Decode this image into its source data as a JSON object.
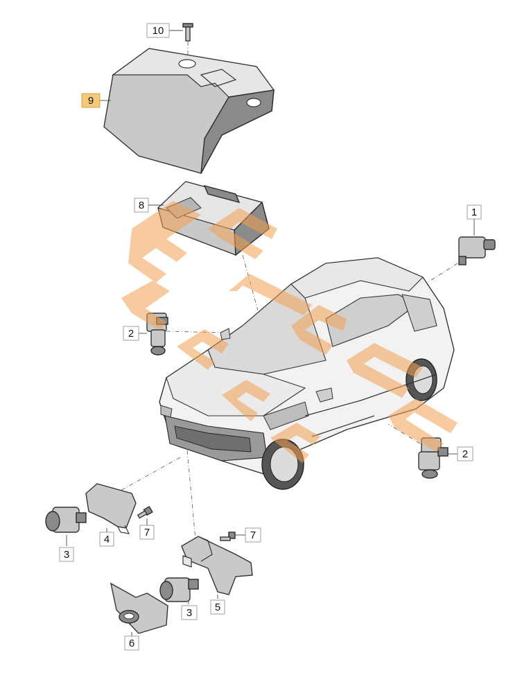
{
  "callouts": [
    {
      "id": "10",
      "label": "10"
    },
    {
      "id": "9",
      "label": "9",
      "highlighted": true
    },
    {
      "id": "8",
      "label": "8"
    },
    {
      "id": "1",
      "label": "1"
    },
    {
      "id": "2a",
      "label": "2"
    },
    {
      "id": "2b",
      "label": "2"
    },
    {
      "id": "4",
      "label": "4"
    },
    {
      "id": "7a",
      "label": "7"
    },
    {
      "id": "3a",
      "label": "3"
    },
    {
      "id": "7b",
      "label": "7"
    },
    {
      "id": "3b",
      "label": "3"
    },
    {
      "id": "5",
      "label": "5"
    },
    {
      "id": "6",
      "label": "6"
    }
  ],
  "colors": {
    "highlight": "#f5c97a",
    "watermark": "#f0a050",
    "line": "#333333",
    "part_fill": "#c9c9c9"
  }
}
